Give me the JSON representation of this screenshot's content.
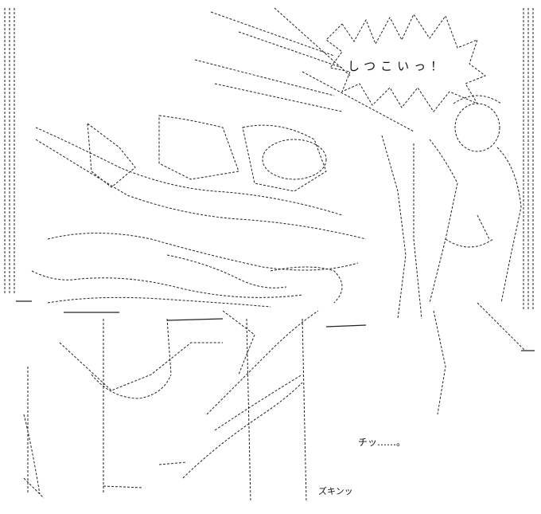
{
  "captions": {
    "shout": "しつこいっ！",
    "mutter": "チッ……。",
    "sfx": "ズキンッ"
  },
  "colors": {
    "ink": "#222222",
    "background": "#ffffff"
  }
}
